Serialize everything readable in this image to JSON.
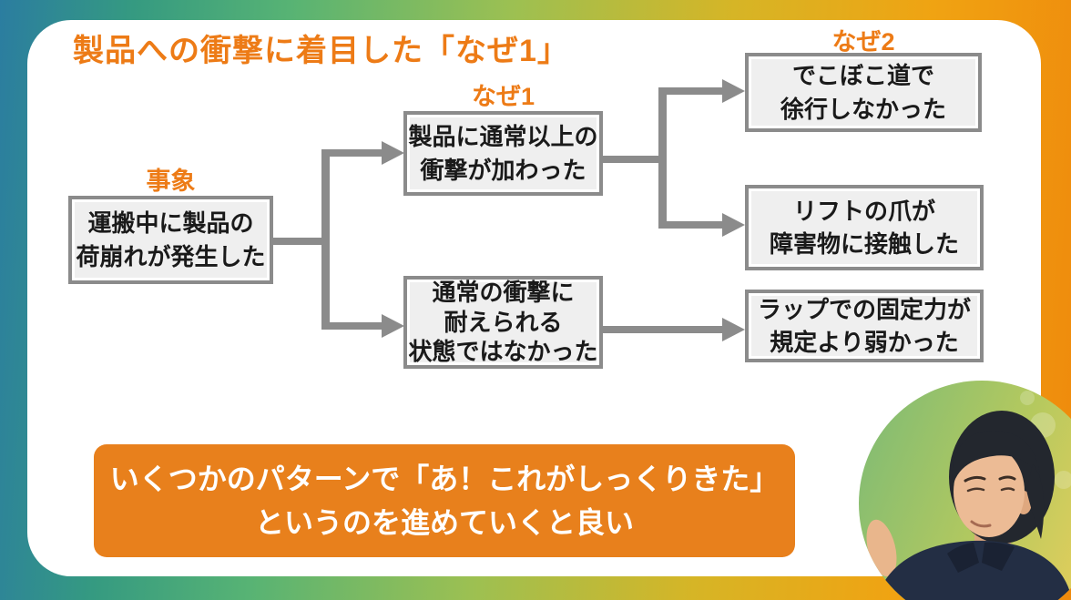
{
  "theme": {
    "accent_orange": "#ed7b16",
    "banner_orange": "#e8801c",
    "connector_gray": "#8b8b8b",
    "node_fill": "#efefef",
    "node_text": "#1a1a1a"
  },
  "slide": {
    "title": "製品への衝撃に着目した「なぜ1」",
    "column_labels": {
      "event": "事象",
      "why1": "なぜ1",
      "why2": "なぜ2"
    },
    "diagram": {
      "event_node": "運搬中に製品の\n荷崩れが発生した",
      "why1_nodes": [
        "製品に通常以上の\n衝撃が加わった",
        "通常の衝撃に\n耐えられる\n状態ではなかった"
      ],
      "why2_nodes": [
        "でこぼこ道で\n徐行しなかった",
        "リフトの爪が\n障害物に接触した",
        "ラップでの固定力が\n規定より弱かった"
      ]
    },
    "caption": "いくつかのパターンで「あ！これがしっくりきた」\nというのを進めていくと良い"
  }
}
